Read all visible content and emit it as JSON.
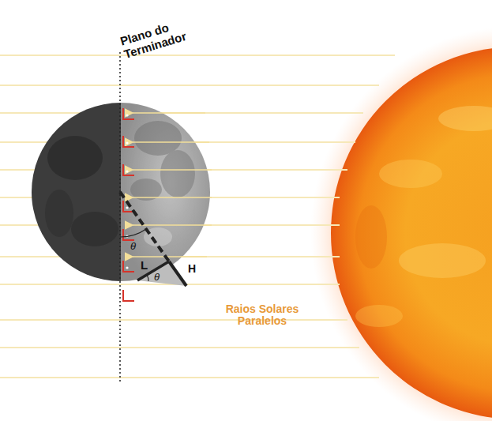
{
  "diagram": {
    "labels": [
      "Plano do Terminador",
      "θ",
      "L",
      "θ",
      "H",
      "Raios Solares Paralelos"
    ]
  }
}
